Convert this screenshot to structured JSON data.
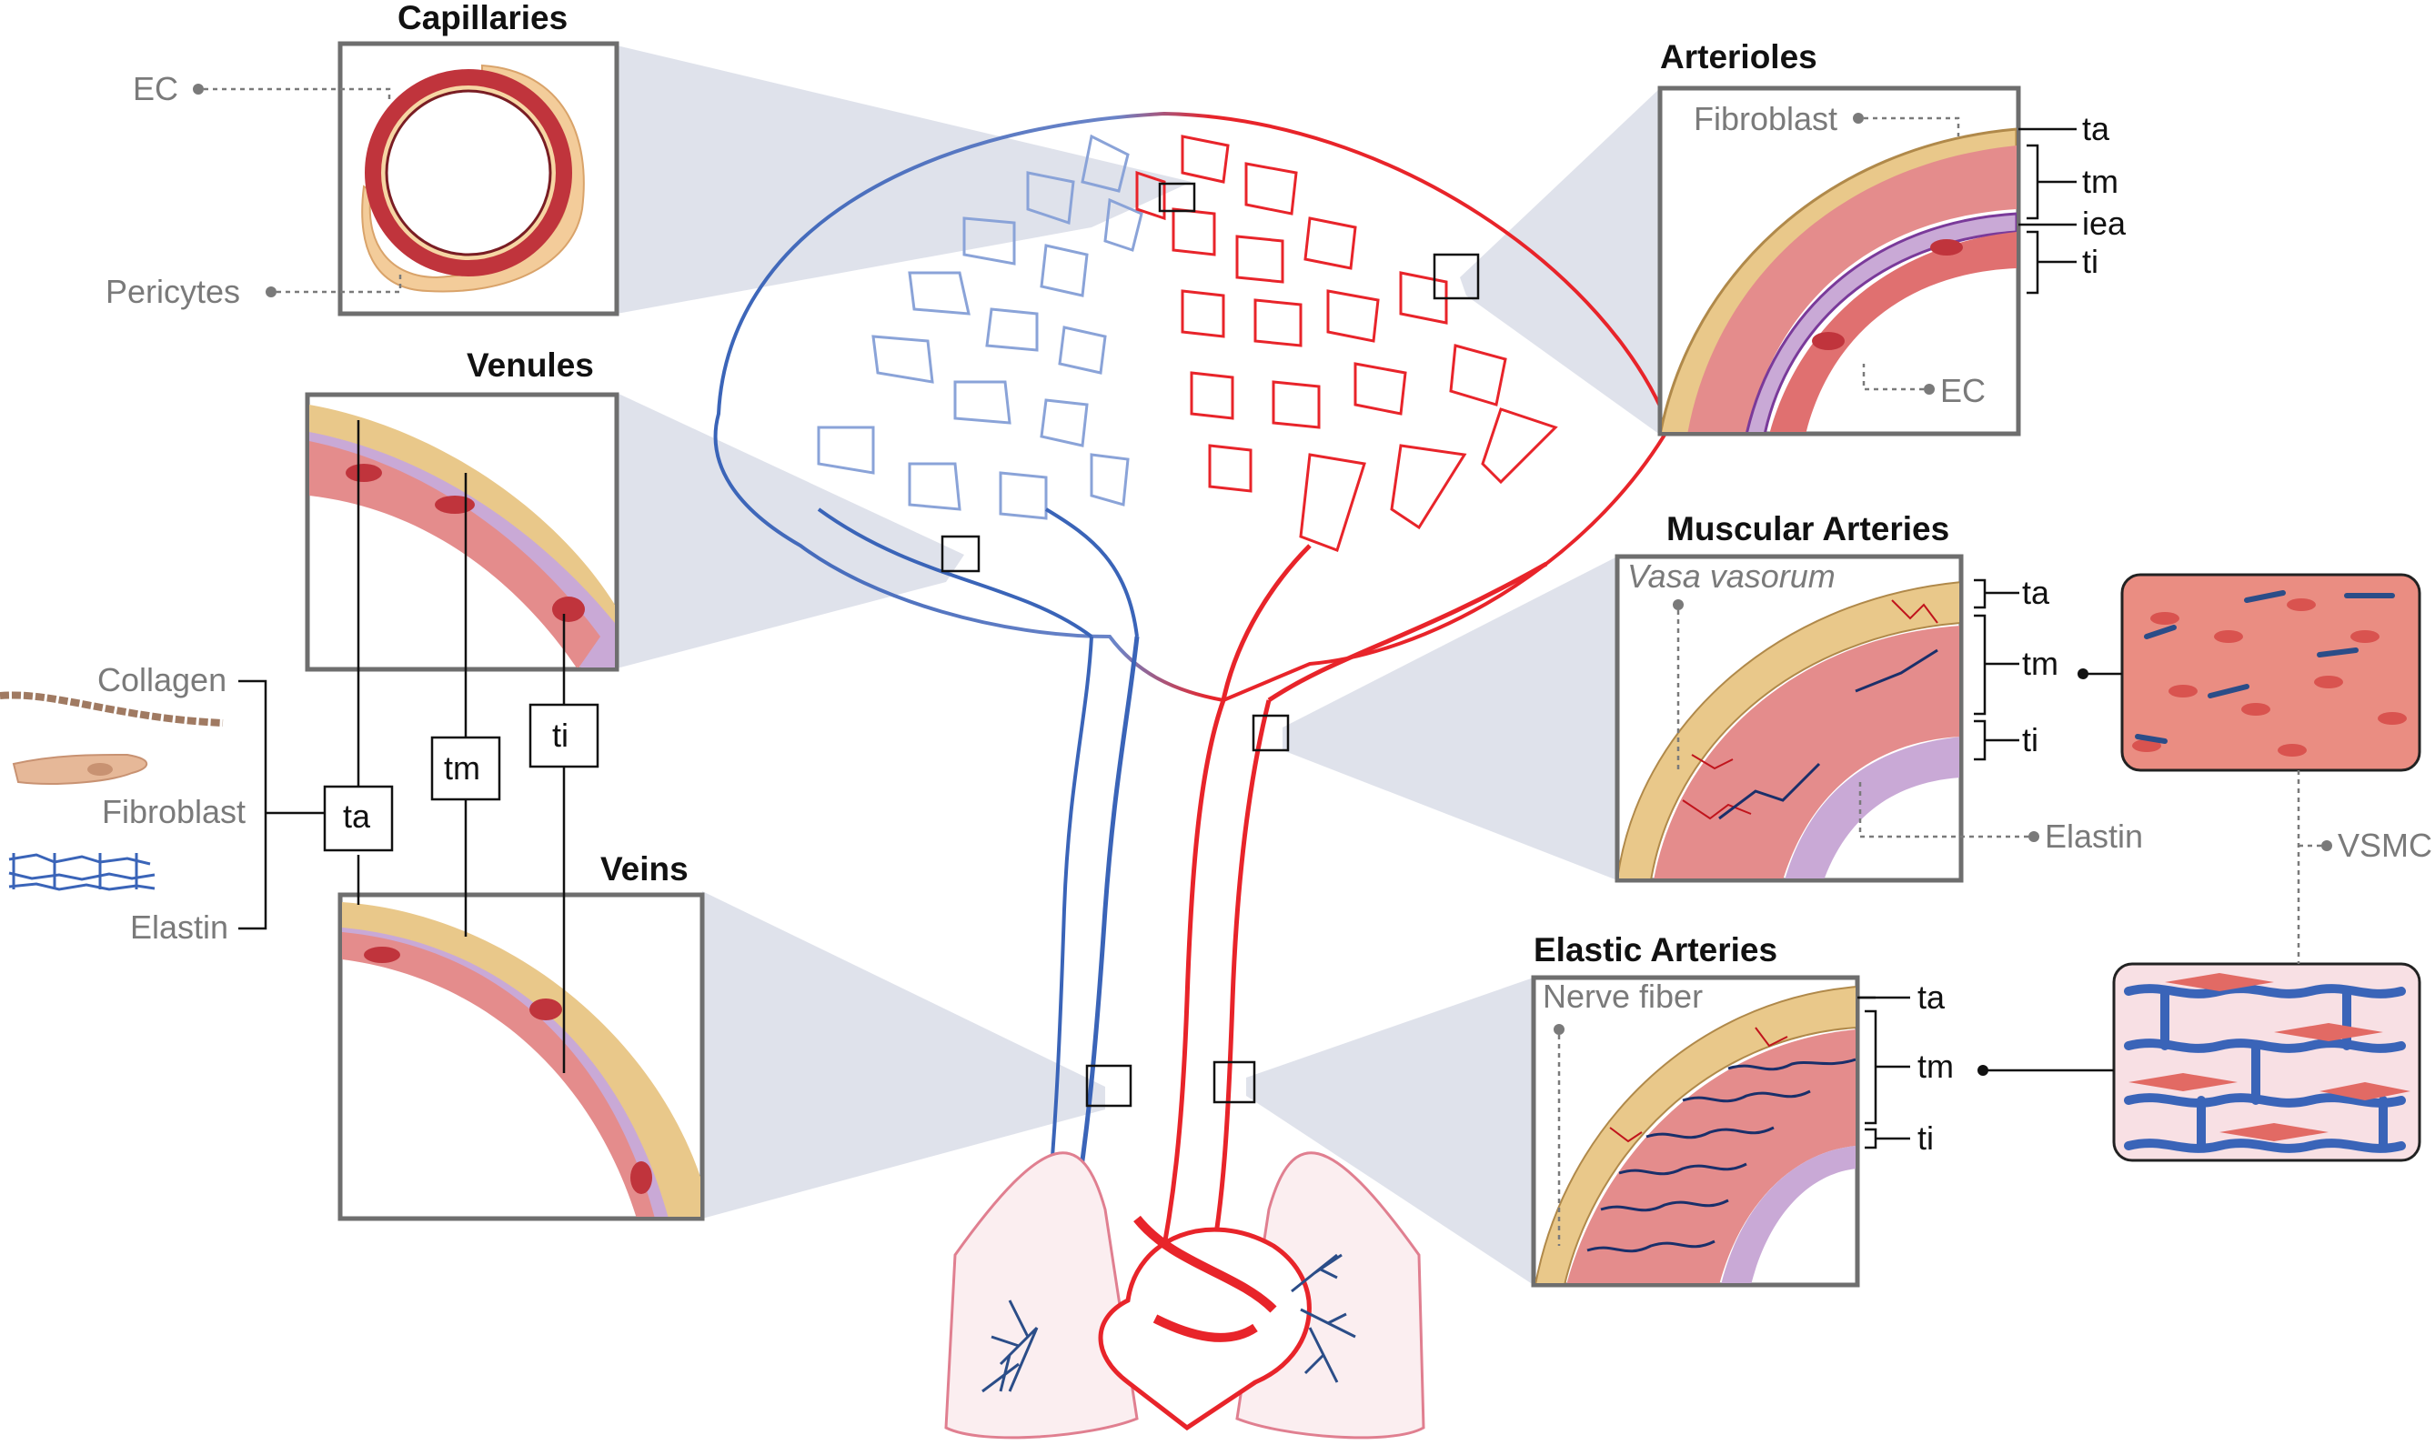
{
  "panels": {
    "capillaries": {
      "title": "Capillaries",
      "labels": {
        "ec": "EC",
        "pericytes": "Pericytes"
      }
    },
    "venules": {
      "title": "Venules"
    },
    "veins": {
      "title": "Veins"
    },
    "arterioles": {
      "title": "Arterioles",
      "labels": {
        "fibroblast": "Fibroblast",
        "ec": "EC",
        "ta": "ta",
        "tm": "tm",
        "iea": "iea",
        "ti": "ti"
      }
    },
    "muscular_arteries": {
      "title": "Muscular Arteries",
      "labels": {
        "vasa_vasorum": "Vasa vasorum",
        "ta": "ta",
        "tm": "tm",
        "ti": "ti",
        "elastin": "Elastin"
      }
    },
    "elastic_arteries": {
      "title": "Elastic Arteries",
      "labels": {
        "nerve_fiber": "Nerve fiber",
        "ta": "ta",
        "tm": "tm",
        "ti": "ti"
      }
    }
  },
  "legend": {
    "items": [
      "Collagen",
      "Fibroblast",
      "Elastin"
    ],
    "layers": {
      "ta": "ta",
      "tm": "tm",
      "ti": "ti"
    }
  },
  "vsmc": {
    "label": "VSMC"
  },
  "colors": {
    "artery_red": "#e8242a",
    "vein_blue": "#3a64b8",
    "adventitia_tan": "#e9c88a",
    "media_pink": "#e48c8c",
    "intima_lilac": "#c9a9d6",
    "cone_gray": "#d9dde8"
  }
}
